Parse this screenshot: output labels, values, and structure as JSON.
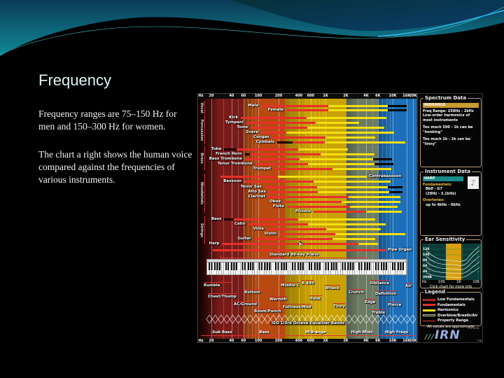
{
  "slide": {
    "title": "Frequency",
    "paragraphs": [
      "Frequency ranges are 75–150 Hz for men and 150–300 Hz for women.",
      "The chart a right shows the human voice compared against the frequencies of various instruments."
    ]
  },
  "chart_data": {
    "type": "range-bar",
    "x_scale": "log",
    "xlim": [
      20,
      20000
    ],
    "axis_unit": "Hz",
    "ticks": [
      {
        "f": 20,
        "l": "20"
      },
      {
        "f": 40,
        "l": "40"
      },
      {
        "f": 60,
        "l": "60"
      },
      {
        "f": 100,
        "l": "100"
      },
      {
        "f": 200,
        "l": "200"
      },
      {
        "f": 400,
        "l": "400"
      },
      {
        "f": 600,
        "l": "600"
      },
      {
        "f": 1000,
        "l": "1K"
      },
      {
        "f": 2000,
        "l": "2K"
      },
      {
        "f": 4000,
        "l": "4K"
      },
      {
        "f": 6000,
        "l": "6K"
      },
      {
        "f": 10000,
        "l": "10K"
      },
      {
        "f": 16000,
        "l": "16K"
      },
      {
        "f": 20000,
        "l": "20K"
      }
    ],
    "groups": [
      "Vocal",
      "Percussion",
      "Brass",
      "Woodwinds",
      "Strings"
    ],
    "instruments": [
      {
        "name": "Male",
        "group": "Vocal",
        "fund": [
          110,
          1100
        ],
        "harm": 8400,
        "air": 16000
      },
      {
        "name": "Female",
        "group": "Vocal",
        "fund": [
          260,
          1100
        ],
        "harm": 8400,
        "air": 16000
      },
      {
        "name": "Kick",
        "group": "Percussion",
        "fund": [
          55,
          520
        ],
        "harm": 8000
      },
      {
        "name": "Tympani",
        "group": "Percussion",
        "fund": [
          66,
          710
        ],
        "harm": 3150
      },
      {
        "name": "Toms",
        "group": "Percussion",
        "fund": [
          77,
          540
        ],
        "harm": 7400
      },
      {
        "name": "Snare",
        "group": "Percussion",
        "fund": [
          110,
          260
        ],
        "harm": 10500
      },
      {
        "name": "Congas",
        "group": "Percussion",
        "fund": [
          160,
          1000
        ],
        "harm": 5500
      },
      {
        "name": "Cymbals",
        "group": "Percussion",
        "low": [
          190,
          320
        ],
        "fund": [
          320,
          970
        ],
        "harm": 15500
      },
      {
        "name": "Tuba",
        "group": "Brass",
        "low": [
          31,
          47
        ],
        "fund": [
          47,
          390
        ],
        "harm": 2150
      },
      {
        "name": "French Horn",
        "group": "Brass",
        "low": [
          63,
          75
        ],
        "fund": [
          75,
          840
        ],
        "harm": 5350
      },
      {
        "name": "Bass Trombone",
        "group": "Brass",
        "fund": [
          63,
          410
        ],
        "harm": 5100,
        "air": 9700
      },
      {
        "name": "Tenor Trombone",
        "group": "Brass",
        "fund": [
          90,
          550
        ],
        "harm": 5350,
        "air": 10300
      },
      {
        "name": "Trumpet",
        "group": "Brass",
        "fund": [
          170,
          1260
        ],
        "harm": 9400
      },
      {
        "name": "Contrabassoon",
        "group": "Woodwinds",
        "fund": [
          27,
          196
        ],
        "harm": 4100,
        "label_after": true
      },
      {
        "name": "Bassoon",
        "group": "Woodwinds",
        "fund": [
          62,
          660
        ],
        "harm": 9300
      },
      {
        "name": "Tenor Sax",
        "group": "Woodwinds",
        "fund": [
          124,
          740
        ],
        "harm": 8400,
        "air": 14000
      },
      {
        "name": "Alto Sax",
        "group": "Woodwinds",
        "fund": [
          143,
          760
        ],
        "harm": 8800,
        "air": 14000
      },
      {
        "name": "Clarinet",
        "group": "Woodwinds",
        "fund": [
          140,
          2200
        ],
        "harm": 13000
      },
      {
        "name": "Oboe",
        "group": "Woodwinds",
        "fund": [
          237,
          1740
        ],
        "harm": 13000
      },
      {
        "name": "Flute",
        "group": "Woodwinds",
        "fund": [
          266,
          2300
        ],
        "harm": 11700
      },
      {
        "name": "Piccolo",
        "group": "Woodwinds",
        "fund": [
          660,
          4000
        ],
        "harm": 13500
      },
      {
        "name": "Bass",
        "group": "Strings",
        "low": [
          31,
          43
        ],
        "fund": [
          43,
          390
        ],
        "harm": 5500
      },
      {
        "name": "Cello",
        "group": "Strings",
        "fund": [
          70,
          550
        ],
        "harm": 7800
      },
      {
        "name": "Viola",
        "group": "Strings",
        "fund": [
          133,
          1020
        ],
        "harm": 6600
      },
      {
        "name": "Violin",
        "group": "Strings",
        "fund": [
          205,
          1390
        ],
        "harm": 15400
      },
      {
        "name": "Guitar",
        "group": "Strings",
        "fund": [
          86,
          1260
        ],
        "harm": 5500
      },
      {
        "name": "Harp",
        "group": "Strings",
        "fund": [
          29,
          3100
        ],
        "harm": 6000
      },
      {
        "name": "Pipe Organ",
        "fund": [
          21,
          7800
        ],
        "label_after": true
      },
      {
        "name": "Standard 88-key Piano",
        "range": [
          27.5,
          4186
        ]
      }
    ],
    "zones": [
      "Rumble",
      "Chest/Thump",
      "Bottom",
      "AC/Ground",
      "Warmth",
      "Boom/Punch",
      "Middle C",
      "A 440",
      "Fullness/Mud",
      "Whack",
      "Honk",
      "Tinny",
      "Crunch",
      "Edge",
      "Sibilance",
      "Definition",
      "Pierce",
      "Air",
      "Treble"
    ],
    "eq_label": "ISO 1/3rd Octave Equalizer Bands",
    "ranges": [
      {
        "name": "Sub Bass",
        "lim": [
          20,
          60
        ]
      },
      {
        "name": "Bass",
        "lim": [
          60,
          250
        ]
      },
      {
        "name": "Midrange",
        "lim": [
          250,
          2000
        ]
      },
      {
        "name": "High Mids",
        "lim": [
          2000,
          6000
        ]
      },
      {
        "name": "High Freqs",
        "lim": [
          6000,
          20000
        ]
      }
    ],
    "colors": {
      "low": "#3a0a08",
      "fund": "#e8302a",
      "harm": "#f4e010",
      "air": "#1a1a0a",
      "sub_bass": "#7a1a18",
      "bass": "#b84a10",
      "mid": "#c9a200",
      "high_mid": "#6b7a62",
      "high": "#1c6fb8"
    }
  },
  "panel": {
    "spectrum": {
      "title": "Spectrum Data",
      "band": "MIDRANGE",
      "lines": [
        "Freq Range: 250Hz - 2kHz",
        "Low-order harmonics of most instruments",
        "Too much 500 - 1k can be \"honking\"",
        "Too much 1k - 2k can be \"tinny\""
      ]
    },
    "instrument": {
      "title": "Instrument Data",
      "name": "HARP",
      "fund_label": "Fundamentals:",
      "fund_notes": "Bb0 - G7",
      "fund_hz": "(29Hz - 3.1kHz)",
      "over_label": "Overtones:",
      "over_value": "up to 4kHz - 6kHz"
    },
    "ear": {
      "title": "Ear Sensitivity",
      "y_labels": [
        "120",
        "100",
        "80",
        "60",
        "40",
        "20dB"
      ],
      "x_labels": [
        "Hz",
        "100",
        "1K",
        "10K"
      ],
      "hint": "Click chart for more info"
    },
    "legend": {
      "title": "Legend",
      "items": [
        "Low Fundamentals",
        "Fundamentals",
        "Harmonics",
        "Overblow/Breath/Air",
        "Property Range"
      ],
      "note": "All values are approximate"
    },
    "logo": {
      "text": "IRN",
      "year": "©2005",
      "tm": "TM"
    }
  }
}
